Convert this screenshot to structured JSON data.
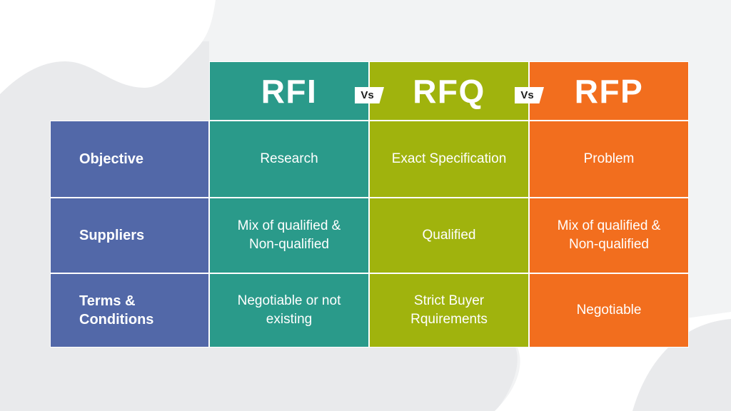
{
  "colors": {
    "background_base": "#F2F3F4",
    "background_gray": "#E9EAEC",
    "background_white": "#FFFFFF",
    "rfi_column": "#2A9A8A",
    "rfq_column": "#A0B30D",
    "rfp_column": "#F26E1E",
    "row_header_column": "#5268A8",
    "grid_line": "#FFFFFF",
    "text_light": "#FFFFFF",
    "vs_background": "#FFFFFF",
    "vs_text": "#1C1C1C"
  },
  "table": {
    "vs_label": "Vs",
    "columns": [
      {
        "label": "RFI"
      },
      {
        "label": "RFQ"
      },
      {
        "label": "RFP"
      }
    ],
    "rows": [
      {
        "label": "Objective",
        "values": [
          "Research",
          "Exact Specification",
          "Problem"
        ]
      },
      {
        "label": "Suppliers",
        "values": [
          "Mix of qualified & Non-qualified",
          "Qualified",
          "Mix of qualified & Non-qualified"
        ]
      },
      {
        "label": "Terms & Conditions",
        "values": [
          "Negotiable or not existing",
          "Strict Buyer Rquirements",
          "Negotiable"
        ]
      }
    ]
  }
}
